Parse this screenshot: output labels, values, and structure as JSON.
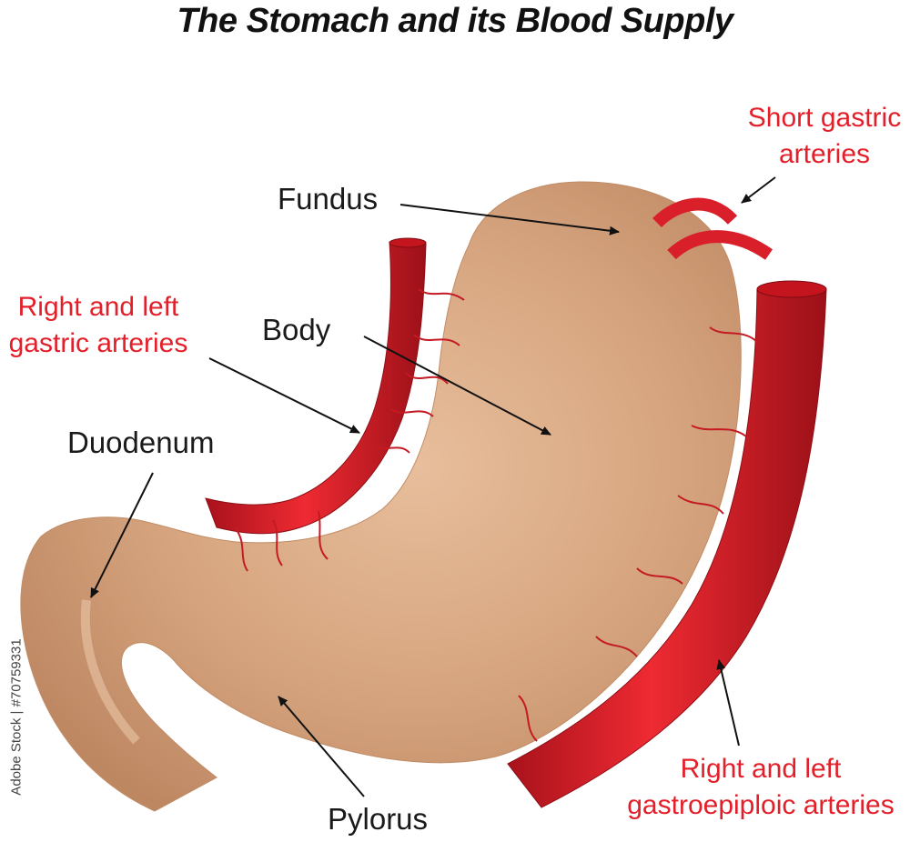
{
  "title": "The Stomach and its Blood Supply",
  "labels": {
    "fundus": "Fundus",
    "body": "Body",
    "duodenum": "Duodenum",
    "pylorus": "Pylorus",
    "gastric_line1": "Right and left",
    "gastric_line2": "gastric arteries",
    "short_line1": "Short gastric",
    "short_line2": "arteries",
    "epiploic_line1": "Right and left",
    "epiploic_line2": "gastroepiploic arteries"
  },
  "watermark": "Adobe Stock | #70759331",
  "colors": {
    "stomach": "#d3a07a",
    "artery": "#d81f2a",
    "red_label": "#e3202a",
    "black_label": "#1a1a1a"
  }
}
